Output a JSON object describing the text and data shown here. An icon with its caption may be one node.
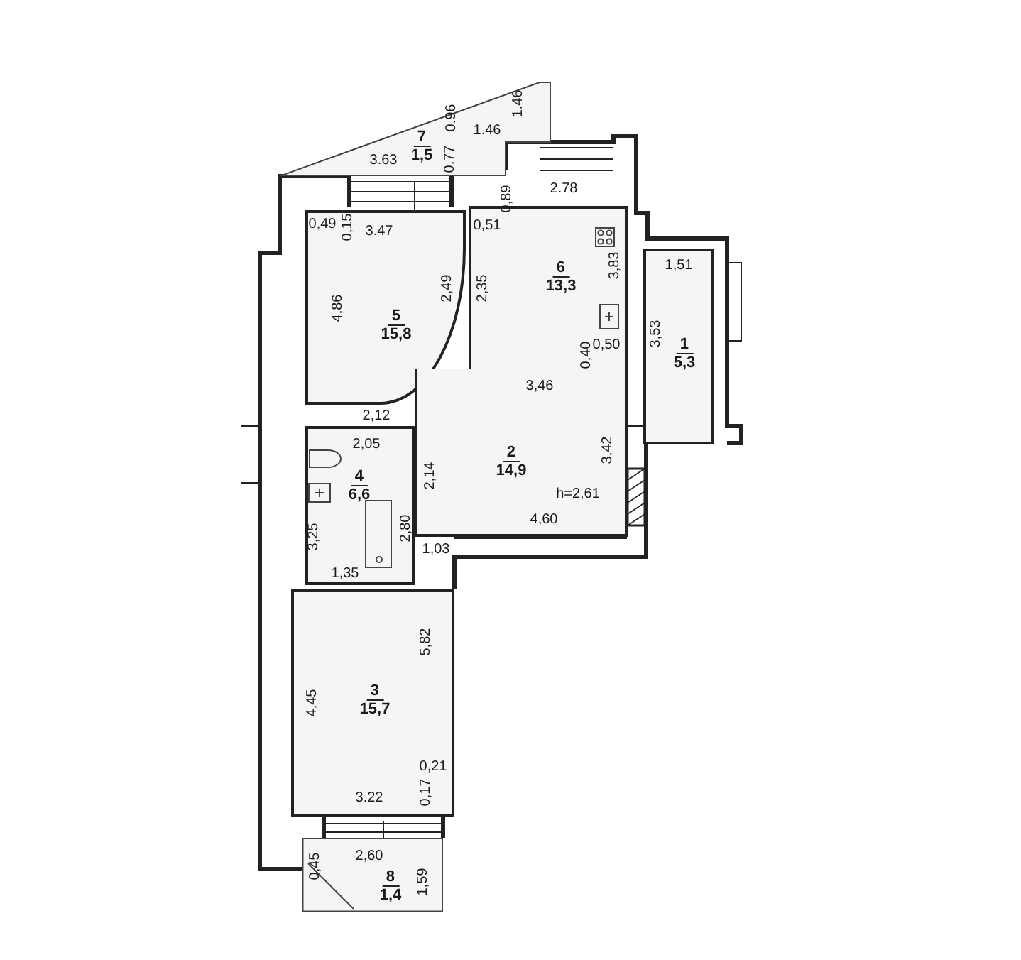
{
  "diagram": {
    "nodes": [
      {
        "text": [
          "7",
          "1,5"
        ]
      },
      {
        "text": [
          "5",
          "15,8"
        ]
      },
      {
        "text": [
          "6",
          "13,3"
        ]
      },
      {
        "text": [
          "1",
          "5,3"
        ]
      },
      {
        "text": [
          "4",
          "6,6"
        ]
      },
      {
        "text": [
          "2",
          "14,9"
        ]
      },
      {
        "text": [
          "3",
          "15,7"
        ]
      },
      {
        "text": [
          "8",
          "1,4"
        ]
      }
    ],
    "labels": [
      "1.46",
      "0.96",
      "1.46",
      "0.77",
      "3.63",
      "2.78",
      "0,89",
      "0,49",
      "0,15",
      "3.47",
      "0,51",
      "3,83",
      "1,51",
      "2,49",
      "2,35",
      "4,86",
      "3,53",
      "0,40",
      "0,50",
      "3,46",
      "2,12",
      "2,05",
      "2,14",
      "3,42",
      "h=2,61",
      "2,80",
      "3,25",
      "4,60",
      "1,03",
      "1,35",
      "5,82",
      "4,45",
      "0,21",
      "0,17",
      "3.22",
      "0,45",
      "2,60",
      "1,59"
    ]
  }
}
